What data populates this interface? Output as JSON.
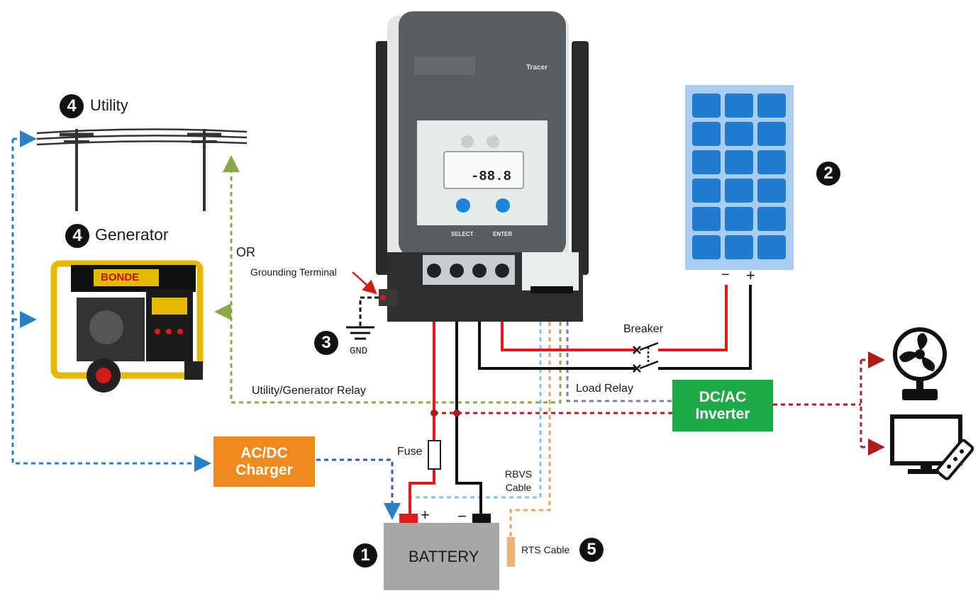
{
  "labels": {
    "utility": "Utility",
    "generator": "Generator",
    "or": "OR",
    "grounding_terminal": "Grounding Terminal",
    "gnd": "GND",
    "breaker": "Breaker",
    "load_relay": "Load Relay",
    "utility_generator_relay": "Utility/Generator Relay",
    "fuse": "Fuse",
    "rbvs_cable_line1": "RBVS",
    "rbvs_cable_line2": "Cable",
    "rts_cable": "RTS Cable",
    "battery": "BATTERY",
    "battery_plus": "+",
    "battery_minus": "−",
    "panel_minus": "−",
    "panel_plus": "+",
    "generator_brand": "BONDE"
  },
  "badges": {
    "battery": "1",
    "solar_panel": "2",
    "ground": "3",
    "utility": "4",
    "generator": "4",
    "rts": "5"
  },
  "boxes": {
    "ac_dc_charger_line1": "AC/DC",
    "ac_dc_charger_line2": "Charger",
    "dc_ac_inverter_line1": "DC/AC",
    "dc_ac_inverter_line2": "Inverter"
  },
  "controller": {
    "brand": "Tracer",
    "display_value": "-88.8",
    "select_label": "SELECT",
    "enter_label": "ENTER"
  },
  "colors": {
    "positive_wire": "#e11b1b",
    "negative_wire": "#111111",
    "utility_feed": "#2a7fc9",
    "relay_signal": "#8aa845",
    "inverter_output": "#b01c1c",
    "rbvs_cable": "#7cc4e6",
    "rts_cable": "#f0a35a",
    "load_relay_signal": "#7a78b8",
    "charger_box": "#f08a1e",
    "inverter_box": "#1faa4a",
    "panel_cell": "#1e7bd0",
    "panel_frame": "#a9cdef",
    "battery_body": "#a7a7a7"
  }
}
